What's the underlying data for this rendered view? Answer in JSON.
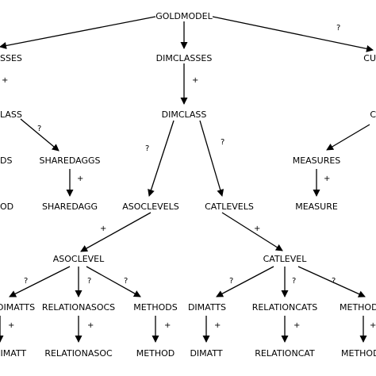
{
  "nodes": {
    "goldmodel": "GOLDMODEL",
    "dimclasses_left": "SSES",
    "dimclass_left": "LASS",
    "dims_left": "DS",
    "method_left": "OD",
    "sharedaggs": "SHAREDAGGS",
    "sharedagg": "SHAREDAGG",
    "dimclasses": "DIMCLASSES",
    "dimclass": "DIMCLASS",
    "asoclevels": "ASOCLEVELS",
    "catlevels": "CATLEVELS",
    "asoclevel": "ASOCLEVEL",
    "catlevel": "CATLEVEL",
    "dimatts_asoc": "DIMATTS",
    "dimatt_asoc": "DIMATT",
    "relationasocs": "RELATIONASOCS",
    "relationasoc": "RELATIONASOC",
    "methods_asoc": "METHODS",
    "method_asoc": "METHOD",
    "dimatts_cat": "DIMATTS",
    "dimatt_cat": "DIMATT",
    "relationcats": "RELATIONCATS",
    "relationcat": "RELATIONCAT",
    "methods_cat": "METHOD",
    "method_cat": "METHOD",
    "cubeclasses_right": "CU",
    "cubeclass_right": "C",
    "measures": "MEASURES",
    "measure": "MEASURE"
  },
  "edge_labels": {
    "optional": "?",
    "multiple": "+"
  }
}
